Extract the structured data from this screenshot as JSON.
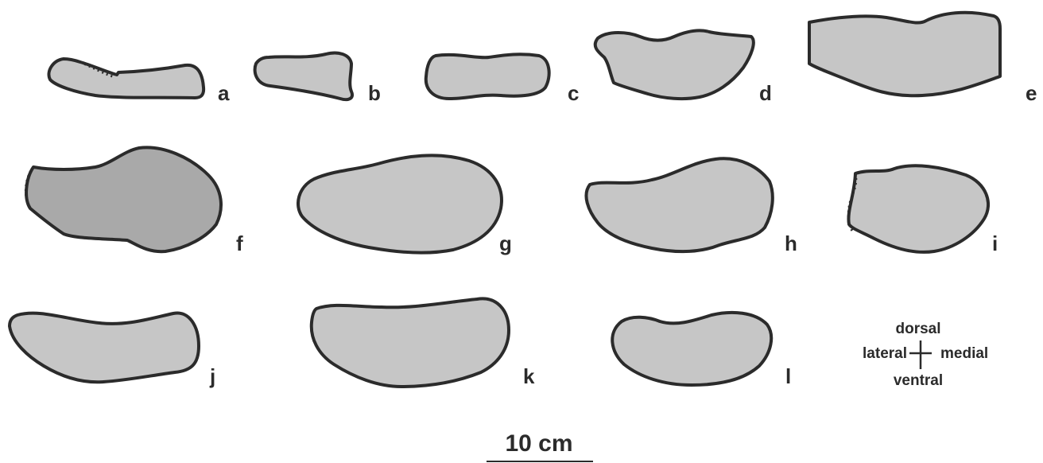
{
  "panel_labels": {
    "a": "a",
    "b": "b",
    "c": "c",
    "d": "d",
    "e": "e",
    "f": "f",
    "g": "g",
    "h": "h",
    "i": "i",
    "j": "j",
    "k": "k",
    "l": "l"
  },
  "orientation": {
    "top": "dorsal",
    "bottom": "ventral",
    "left": "lateral",
    "right": "medial"
  },
  "scale_bar": {
    "label": "10 cm",
    "length_cm": 10
  },
  "colors": {
    "fill": "#c6c6c6",
    "fill_dark": "#a9a9a9",
    "outline": "#2b2b2b"
  }
}
